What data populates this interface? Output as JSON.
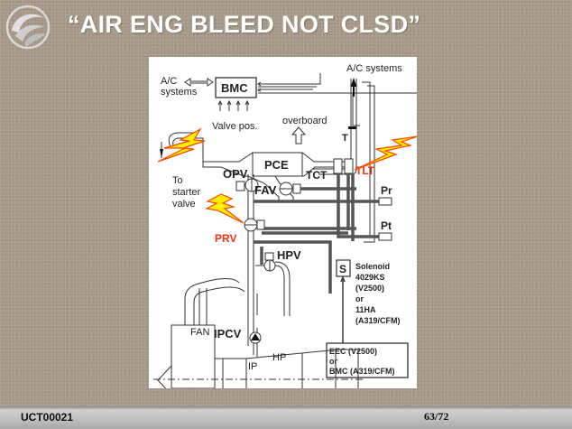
{
  "slide": {
    "title": "“AIR ENG BLEED NOT CLSD”",
    "logo_icon": "airline-swirl-logo"
  },
  "diagram": {
    "labels": {
      "ac_systems_left_1": "A/C",
      "ac_systems_left_2": "systems",
      "bmc": "BMC",
      "valve_pos": "Valve pos.",
      "ac_systems_top": "A/C systems",
      "overboard": "overboard",
      "t": "T",
      "pce": "PCE",
      "tct": "TCT",
      "tlt": "TLT",
      "opv": "OPV",
      "fav": "FAV",
      "to_starter_1": "To",
      "to_starter_2": "starter",
      "to_starter_3": "valve",
      "pr": "Pr",
      "pt": "Pt",
      "prv": "PRV",
      "hpv": "HPV",
      "s": "S",
      "solenoid_1": "Solenoid",
      "solenoid_2": "4029KS",
      "solenoid_3": "(V2500)",
      "solenoid_4": "or",
      "solenoid_5": "11HA",
      "solenoid_6": "(A319/CFM)",
      "fan": "FAN",
      "ipcv": "IPCV",
      "ip": "IP",
      "hp": "HP",
      "eec_1": "EEC (V2500)",
      "eec_2": "or",
      "eec_3": "BMC (A319/CFM)"
    },
    "highlight_color": "#ee3311",
    "lightning_fill": "#ffee00",
    "lightning_stroke": "#ff4400",
    "fault_markers": [
      "Valve pos.",
      "TLT",
      "PRV"
    ]
  },
  "footer": {
    "doc_id": "UCT00021",
    "page": "63/72"
  }
}
